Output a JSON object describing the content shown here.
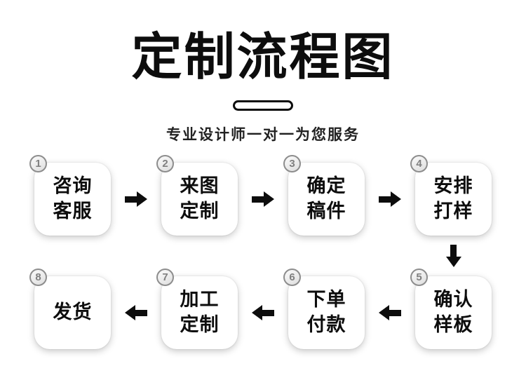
{
  "header": {
    "title": "定制流程图",
    "subtitle": "专业设计师一对一为您服务"
  },
  "steps": {
    "row1": [
      {
        "num": "1",
        "line1": "咨询",
        "line2": "客服"
      },
      {
        "num": "2",
        "line1": "来图",
        "line2": "定制"
      },
      {
        "num": "3",
        "line1": "确定",
        "line2": "稿件"
      },
      {
        "num": "4",
        "line1": "安排",
        "line2": "打样"
      }
    ],
    "row2": [
      {
        "num": "8",
        "line1": "发货",
        "line2": ""
      },
      {
        "num": "7",
        "line1": "加工",
        "line2": "定制"
      },
      {
        "num": "6",
        "line1": "下单",
        "line2": "付款"
      },
      {
        "num": "5",
        "line1": "确认",
        "line2": "样板"
      }
    ]
  }
}
